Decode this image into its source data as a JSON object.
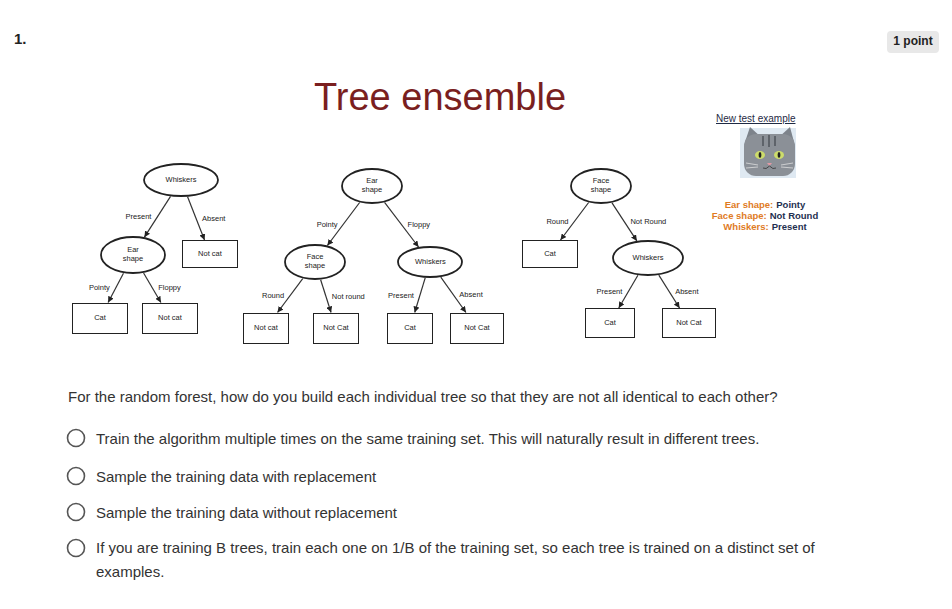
{
  "diagram": {
    "title": "Tree ensemble",
    "nodes": [
      {
        "text": [
          "1 point"
        ]
      },
      {
        "text": [
          "Whiskers"
        ]
      },
      {
        "text": [
          "Ear shape"
        ]
      },
      {
        "text": [
          "Not cat"
        ]
      },
      {
        "text": [
          "Cat"
        ]
      },
      {
        "text": [
          "Not cat"
        ]
      },
      {
        "text": [
          "Ear shape"
        ]
      },
      {
        "text": [
          "Face shape"
        ]
      },
      {
        "text": [
          "Whiskers"
        ]
      },
      {
        "text": [
          "Not cat"
        ]
      },
      {
        "text": [
          "Not Cat"
        ]
      },
      {
        "text": [
          "Cat"
        ]
      },
      {
        "text": [
          "Not Cat"
        ]
      },
      {
        "text": [
          "Face shape"
        ]
      },
      {
        "text": [
          "Cat"
        ]
      },
      {
        "text": [
          "Whiskers"
        ]
      },
      {
        "text": [
          "Cat"
        ]
      },
      {
        "text": [
          "Not Cat"
        ]
      }
    ],
    "edges": [
      {
        "from": 1,
        "to": 2,
        "label": "Present",
        "arrow": "to"
      },
      {
        "from": 1,
        "to": 3,
        "label": "Absent",
        "arrow": "to"
      },
      {
        "from": 2,
        "to": 4,
        "label": "Pointy",
        "arrow": "to"
      },
      {
        "from": 2,
        "to": 5,
        "label": "Floppy",
        "arrow": "to"
      },
      {
        "from": 6,
        "to": 7,
        "label": "Pointy",
        "arrow": "to"
      },
      {
        "from": 6,
        "to": 8,
        "label": "Floppy",
        "arrow": "to"
      },
      {
        "from": 7,
        "to": 9,
        "label": "Round",
        "arrow": "to"
      },
      {
        "from": 7,
        "to": 10,
        "label": "Not round",
        "arrow": "to"
      },
      {
        "from": 8,
        "to": 11,
        "label": "Present",
        "arrow": "to"
      },
      {
        "from": 8,
        "to": 12,
        "label": "Absent",
        "arrow": "to"
      },
      {
        "from": 13,
        "to": 14,
        "label": "Round",
        "arrow": "to"
      },
      {
        "from": 13,
        "to": 15,
        "label": "Not Round",
        "arrow": "to"
      },
      {
        "from": 15,
        "to": 16,
        "label": "Present",
        "arrow": "to"
      },
      {
        "from": 15,
        "to": 17,
        "label": "Absent",
        "arrow": "to"
      }
    ],
    "labels": [
      "1.",
      "New test example",
      "Ear shape:",
      "Pointy",
      "Face shape:",
      "Not Round",
      "Whiskers:",
      "Present",
      "For the random forest, how do you build each individual tree so that they are not all identical to each other?",
      "Train the algorithm multiple times on the same training set. This will naturally result in different trees.",
      "Sample the training data with replacement",
      "Sample the training data without replacement",
      "If you are training B trees, train each one on 1/B of the training set, so each tree is trained on a distinct set of examples."
    ]
  }
}
